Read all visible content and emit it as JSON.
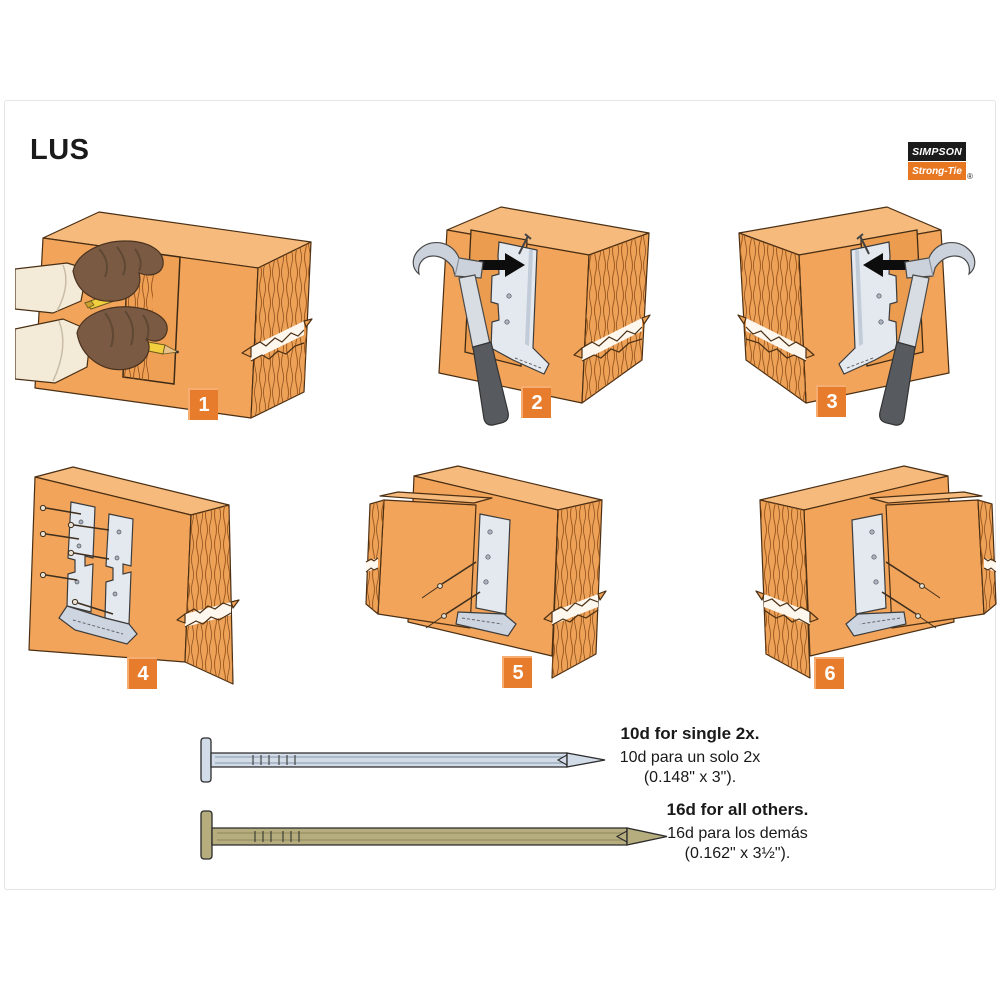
{
  "page": {
    "title": "LUS",
    "background": "#ffffff"
  },
  "brand": {
    "name_top": "SIMPSON",
    "name_bottom": "Strong-Tie",
    "registered_mark": "®",
    "colors": {
      "top_bg": "#1b1b1b",
      "bottom_bg": "#e87722",
      "text": "#ffffff"
    }
  },
  "steps": [
    {
      "number": "1"
    },
    {
      "number": "2"
    },
    {
      "number": "3"
    },
    {
      "number": "4"
    },
    {
      "number": "5"
    },
    {
      "number": "6"
    }
  ],
  "step_badge_color": "#e87c2d",
  "nail_specs": [
    {
      "title": "10d for single 2x.",
      "subtitle": "10d para un solo 2x",
      "dimensions": "(0.148\" x 3\").",
      "nail_color": "#d2dbe8"
    },
    {
      "title": "16d for all others.",
      "subtitle": "16d para los demás",
      "dimensions": "(0.162\" x 3½\").",
      "nail_color": "#b6ad7e"
    }
  ],
  "illustration_colors": {
    "wood_face": "#f2a45a",
    "wood_top": "#f6ba7d",
    "wood_end": "#eea257",
    "metal": "#e4e9f0",
    "glove": "#7a5a43",
    "sleeve": "#f3ead8",
    "pencil": "#f2cf3e",
    "hammer_head": "#ccd2dc",
    "hammer_grip": "#575b60",
    "arrow": "#0d0d0d"
  }
}
